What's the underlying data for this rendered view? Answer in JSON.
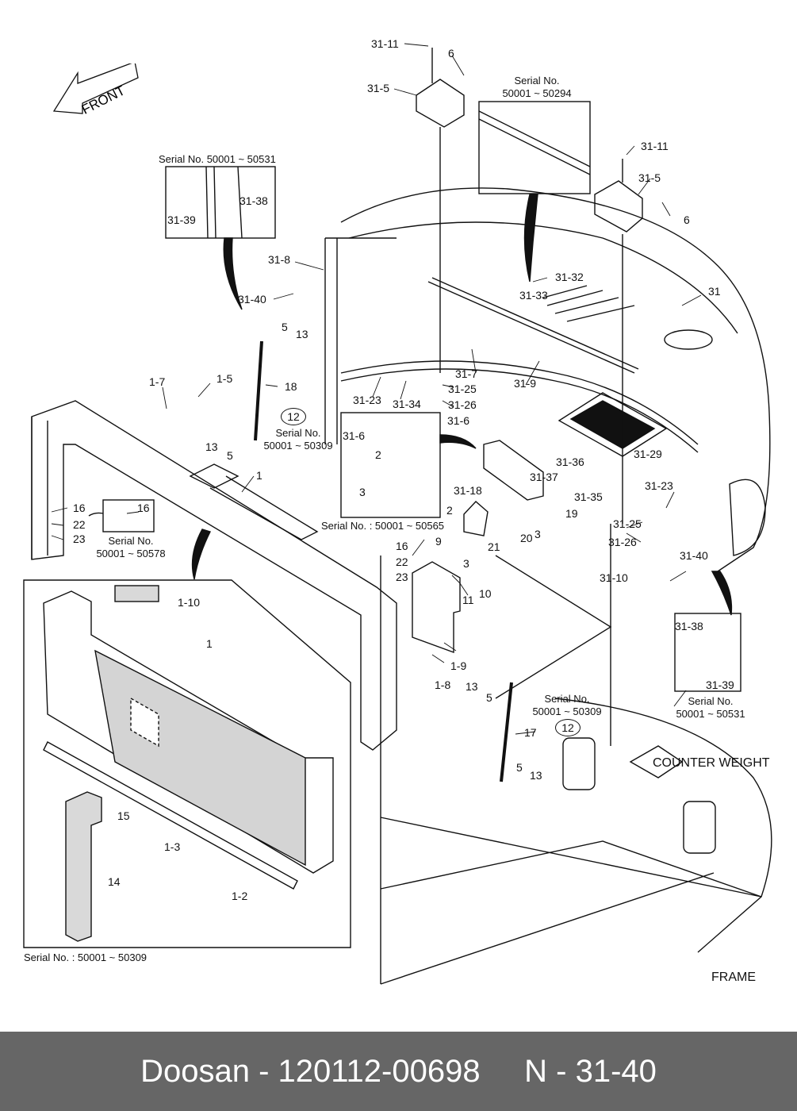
{
  "diagram": {
    "title": "Doosan parts diagram - Cover / Counter weight / Frame",
    "orientation_marker": "FRONT",
    "captions": {
      "counter_weight": "COUNTER WEIGHT",
      "frame": "FRAME"
    },
    "serial_notes": {
      "hinge_inset": {
        "label": "Serial No.",
        "range": "50001 ~ 50294"
      },
      "left_inset_top": {
        "label": "Serial No.",
        "range": "50001 ~ 50531",
        "inline": "Serial No. 50001 ~ 50531"
      },
      "gas_spring_18": {
        "label": "Serial No.",
        "range": "50001 ~ 50309"
      },
      "bolt_16_inset": {
        "label": "Serial No.",
        "range": "50001 ~ 50578"
      },
      "latch_inset": {
        "inline": "Serial No. : 50001 ~ 50565"
      },
      "gas_spring_17": {
        "label": "Serial No.",
        "range": "50001 ~ 50309"
      },
      "right_inset_bottom": {
        "label": "Serial No.",
        "range": "50001 ~ 50531"
      },
      "radiator_inset": {
        "inline": "Serial No.  : 50001 ~ 50309"
      }
    },
    "circled_refs": {
      "gas_spring_18": "12",
      "gas_spring_17": "12"
    },
    "part_labels": [
      {
        "id": "p-31-11-a",
        "text": "31-11"
      },
      {
        "id": "p-6-a",
        "text": "6"
      },
      {
        "id": "p-31-5-a",
        "text": "31-5"
      },
      {
        "id": "p-31-11-b",
        "text": "31-11"
      },
      {
        "id": "p-31-5-b",
        "text": "31-5"
      },
      {
        "id": "p-6-b",
        "text": "6"
      },
      {
        "id": "p-31-38-a",
        "text": "31-38"
      },
      {
        "id": "p-31-39-a",
        "text": "31-39"
      },
      {
        "id": "p-31-8",
        "text": "31-8"
      },
      {
        "id": "p-31-40-a",
        "text": "31-40"
      },
      {
        "id": "p-31-32",
        "text": "31-32"
      },
      {
        "id": "p-31-33",
        "text": "31-33"
      },
      {
        "id": "p-31",
        "text": "31"
      },
      {
        "id": "p-5-a",
        "text": "5"
      },
      {
        "id": "p-13-a",
        "text": "13"
      },
      {
        "id": "p-31-7",
        "text": "31-7"
      },
      {
        "id": "p-31-9",
        "text": "31-9"
      },
      {
        "id": "p-1-7",
        "text": "1-7"
      },
      {
        "id": "p-1-5",
        "text": "1-5"
      },
      {
        "id": "p-18",
        "text": "18"
      },
      {
        "id": "p-31-23-a",
        "text": "31-23"
      },
      {
        "id": "p-31-34",
        "text": "31-34"
      },
      {
        "id": "p-31-25-a",
        "text": "31-25"
      },
      {
        "id": "p-31-26-a",
        "text": "31-26"
      },
      {
        "id": "p-31-6-a",
        "text": "31-6"
      },
      {
        "id": "p-31-6-b",
        "text": "31-6"
      },
      {
        "id": "p-13-b",
        "text": "13"
      },
      {
        "id": "p-5-b",
        "text": "5"
      },
      {
        "id": "p-2-a",
        "text": "2"
      },
      {
        "id": "p-31-29",
        "text": "31-29"
      },
      {
        "id": "p-31-36",
        "text": "31-36"
      },
      {
        "id": "p-31-37",
        "text": "31-37"
      },
      {
        "id": "p-31-18",
        "text": "31-18"
      },
      {
        "id": "p-1",
        "text": "1"
      },
      {
        "id": "p-3-a",
        "text": "3"
      },
      {
        "id": "p-31-35",
        "text": "31-35"
      },
      {
        "id": "p-31-23-b",
        "text": "31-23"
      },
      {
        "id": "p-16-a",
        "text": "16"
      },
      {
        "id": "p-16-b",
        "text": "16"
      },
      {
        "id": "p-22-a",
        "text": "22"
      },
      {
        "id": "p-23-a",
        "text": "23"
      },
      {
        "id": "p-2-b",
        "text": "2"
      },
      {
        "id": "p-19",
        "text": "19"
      },
      {
        "id": "p-20",
        "text": "20"
      },
      {
        "id": "p-3-b",
        "text": "3"
      },
      {
        "id": "p-21",
        "text": "21"
      },
      {
        "id": "p-31-25-b",
        "text": "31-25"
      },
      {
        "id": "p-31-26-b",
        "text": "31-26"
      },
      {
        "id": "p-31-40-b",
        "text": "31-40"
      },
      {
        "id": "p-9",
        "text": "9"
      },
      {
        "id": "p-16-c",
        "text": "16"
      },
      {
        "id": "p-22-b",
        "text": "22"
      },
      {
        "id": "p-23-b",
        "text": "23"
      },
      {
        "id": "p-3-c",
        "text": "3"
      },
      {
        "id": "p-11",
        "text": "11"
      },
      {
        "id": "p-10",
        "text": "10"
      },
      {
        "id": "p-31-10",
        "text": "31-10"
      },
      {
        "id": "p-1-10",
        "text": "1-10"
      },
      {
        "id": "p-1-inset",
        "text": "1"
      },
      {
        "id": "p-31-38-b",
        "text": "31-38"
      },
      {
        "id": "p-1-9",
        "text": "1-9"
      },
      {
        "id": "p-1-8",
        "text": "1-8"
      },
      {
        "id": "p-13-c",
        "text": "13"
      },
      {
        "id": "p-5-c",
        "text": "5"
      },
      {
        "id": "p-31-39-b",
        "text": "31-39"
      },
      {
        "id": "p-17",
        "text": "17"
      },
      {
        "id": "p-5-d",
        "text": "5"
      },
      {
        "id": "p-13-d",
        "text": "13"
      },
      {
        "id": "p-15",
        "text": "15"
      },
      {
        "id": "p-1-3",
        "text": "1-3"
      },
      {
        "id": "p-14",
        "text": "14"
      },
      {
        "id": "p-1-2",
        "text": "1-2"
      }
    ]
  },
  "banner": {
    "text": "Doosan - 120112-00698     N - 31-40",
    "background": "#666666",
    "color": "#ffffff"
  }
}
